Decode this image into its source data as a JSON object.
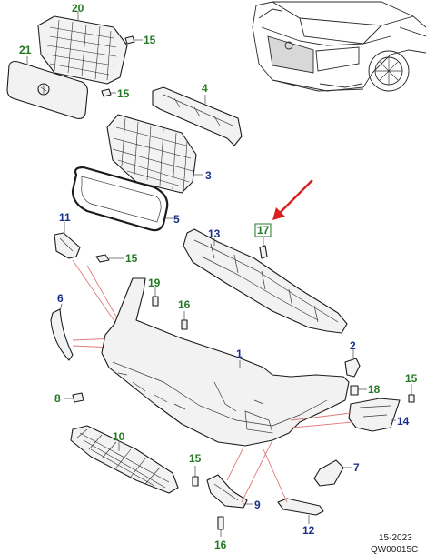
{
  "diagram": {
    "callouts": [
      {
        "id": "c1",
        "text": "1",
        "color": "blue"
      },
      {
        "id": "c2",
        "text": "2",
        "color": "blue"
      },
      {
        "id": "c3",
        "text": "3",
        "color": "blue"
      },
      {
        "id": "c4",
        "text": "4",
        "color": "green"
      },
      {
        "id": "c5",
        "text": "5",
        "color": "blue"
      },
      {
        "id": "c6",
        "text": "6",
        "color": "blue"
      },
      {
        "id": "c7",
        "text": "7",
        "color": "blue"
      },
      {
        "id": "c8",
        "text": "8",
        "color": "green"
      },
      {
        "id": "c9",
        "text": "9",
        "color": "blue"
      },
      {
        "id": "c10",
        "text": "10",
        "color": "green"
      },
      {
        "id": "c11",
        "text": "11",
        "color": "blue"
      },
      {
        "id": "c12",
        "text": "12",
        "color": "blue"
      },
      {
        "id": "c13",
        "text": "13",
        "color": "blue"
      },
      {
        "id": "c14",
        "text": "14",
        "color": "blue"
      },
      {
        "id": "c15a",
        "text": "15",
        "color": "green"
      },
      {
        "id": "c15b",
        "text": "15",
        "color": "green"
      },
      {
        "id": "c15c",
        "text": "15",
        "color": "green"
      },
      {
        "id": "c15d",
        "text": "15",
        "color": "green"
      },
      {
        "id": "c15e",
        "text": "15",
        "color": "green"
      },
      {
        "id": "c16a",
        "text": "16",
        "color": "green"
      },
      {
        "id": "c16b",
        "text": "16",
        "color": "green"
      },
      {
        "id": "c17",
        "text": "17",
        "color": "green",
        "boxed": true
      },
      {
        "id": "c18",
        "text": "18",
        "color": "green"
      },
      {
        "id": "c19",
        "text": "19",
        "color": "green"
      },
      {
        "id": "c20",
        "text": "20",
        "color": "green"
      },
      {
        "id": "c21",
        "text": "21",
        "color": "green"
      }
    ],
    "highlight_arrow_color": "#d92020",
    "label_colors": {
      "blue": "#1a2f8a",
      "green": "#237a23"
    },
    "footer": {
      "date": "15-2023",
      "code": "QW00015C"
    }
  }
}
